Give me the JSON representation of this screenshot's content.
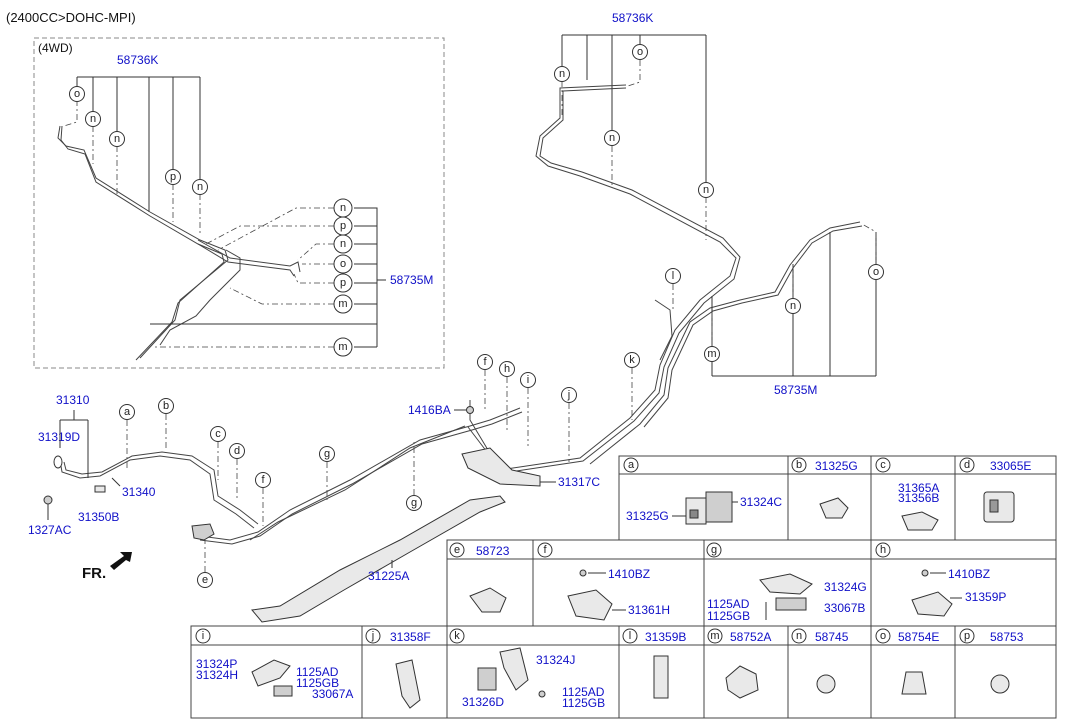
{
  "header": {
    "engine": "(2400CC>DOHC-MPI)",
    "variant": "(4WD)"
  },
  "direction": "FR.",
  "callouts": {
    "c4wd_o": "o",
    "c4wd_n1": "n",
    "c4wd_n2": "n",
    "c4wd_p": "p",
    "c4wd_n3": "n",
    "r_n1": "n",
    "r_p1": "p",
    "r_n2": "n",
    "r_o": "o",
    "r_p2": "p",
    "r_m1": "m",
    "r_m2": "m",
    "top_o": "o",
    "top_n1": "n",
    "top_n2": "n",
    "top_n3": "n",
    "right_l": "l",
    "right_o": "o",
    "right_n": "n",
    "right_m": "m",
    "a": "a",
    "b": "b",
    "c": "c",
    "d": "d",
    "e": "e",
    "f": "f",
    "g1": "g",
    "g2": "g",
    "f2": "f",
    "h": "h",
    "i": "i",
    "j": "j",
    "k": "k"
  },
  "parts": {
    "p58736K_4wd": "58736K",
    "p58736K_top": "58736K",
    "p58735M_4wd": "58735M",
    "p58735M_right": "58735M",
    "p31310": "31310",
    "p31319D": "31319D",
    "p31340": "31340",
    "p1327AC": "1327AC",
    "p31350B": "31350B",
    "p1416BA": "1416BA",
    "p31317C": "31317C",
    "p31225A": "31225A"
  },
  "table": {
    "row1": [
      {
        "key": "a",
        "title": ""
      },
      {
        "key": "b",
        "title": "31325G"
      },
      {
        "key": "c",
        "title": ""
      },
      {
        "key": "d",
        "title": "33065E"
      }
    ],
    "row1_labels": {
      "a_left": "31325G",
      "a_right": "31324C",
      "c_top1": "31365A",
      "c_top2": "31356B"
    },
    "row2": [
      {
        "key": "e",
        "title": "58723"
      },
      {
        "key": "f",
        "title": ""
      },
      {
        "key": "g",
        "title": ""
      },
      {
        "key": "h",
        "title": ""
      }
    ],
    "row2_labels": {
      "f_a": "1410BZ",
      "f_b": "31361H",
      "g_a": "31324G",
      "g_b": "1125AD",
      "g_c": "1125GB",
      "g_d": "33067B",
      "h_a": "1410BZ",
      "h_b": "31359P"
    },
    "row3": [
      {
        "key": "i",
        "title": ""
      },
      {
        "key": "j",
        "title": "31358F"
      },
      {
        "key": "k",
        "title": ""
      },
      {
        "key": "l",
        "title": "31359B"
      },
      {
        "key": "m",
        "title": "58752A"
      },
      {
        "key": "n",
        "title": "58745"
      },
      {
        "key": "o",
        "title": "58754E"
      },
      {
        "key": "p",
        "title": "58753"
      }
    ],
    "row3_labels": {
      "i_a": "31324P",
      "i_b": "31324H",
      "i_c": "1125AD",
      "i_d": "1125GB",
      "i_e": "33067A",
      "k_a": "31324J",
      "k_b": "31326D",
      "k_c": "1125AD",
      "k_d": "1125GB"
    }
  }
}
